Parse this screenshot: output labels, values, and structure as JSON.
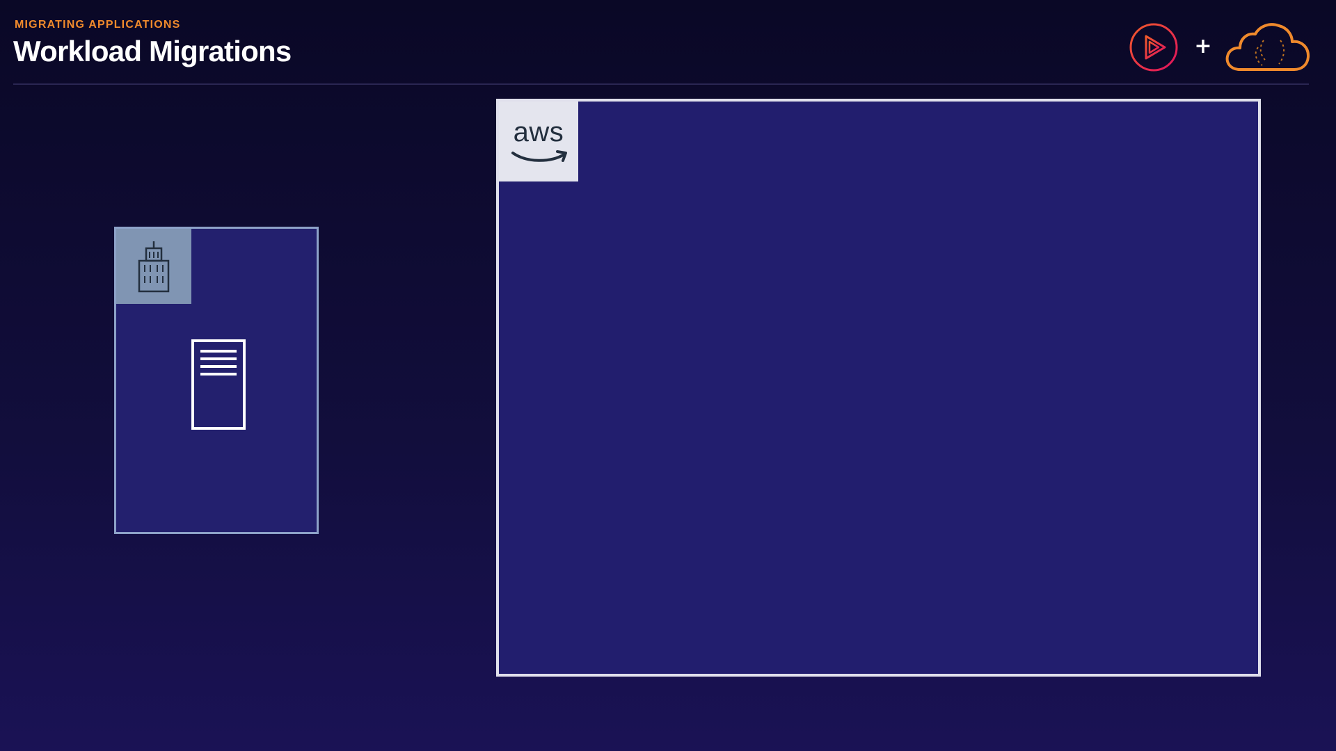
{
  "header": {
    "eyebrow": "MIGRATING APPLICATIONS",
    "title": "Workload Migrations",
    "plus": "+",
    "logos": [
      "pluralsight-play-icon",
      "cloud-icon"
    ]
  },
  "diagram": {
    "onprem": {
      "badge_icon": "building-icon",
      "content_icon": "server-icon"
    },
    "aws": {
      "badge_text": "aws",
      "badge_icon": "aws-smile-arrow-icon"
    }
  },
  "colors": {
    "accent": "#f08a2c",
    "brand_play": "#e0245e",
    "cloud": "#f08a2c",
    "group_fill": "#23206e",
    "onprem_border": "#8da2c8",
    "aws_border": "#e0e0ec"
  }
}
